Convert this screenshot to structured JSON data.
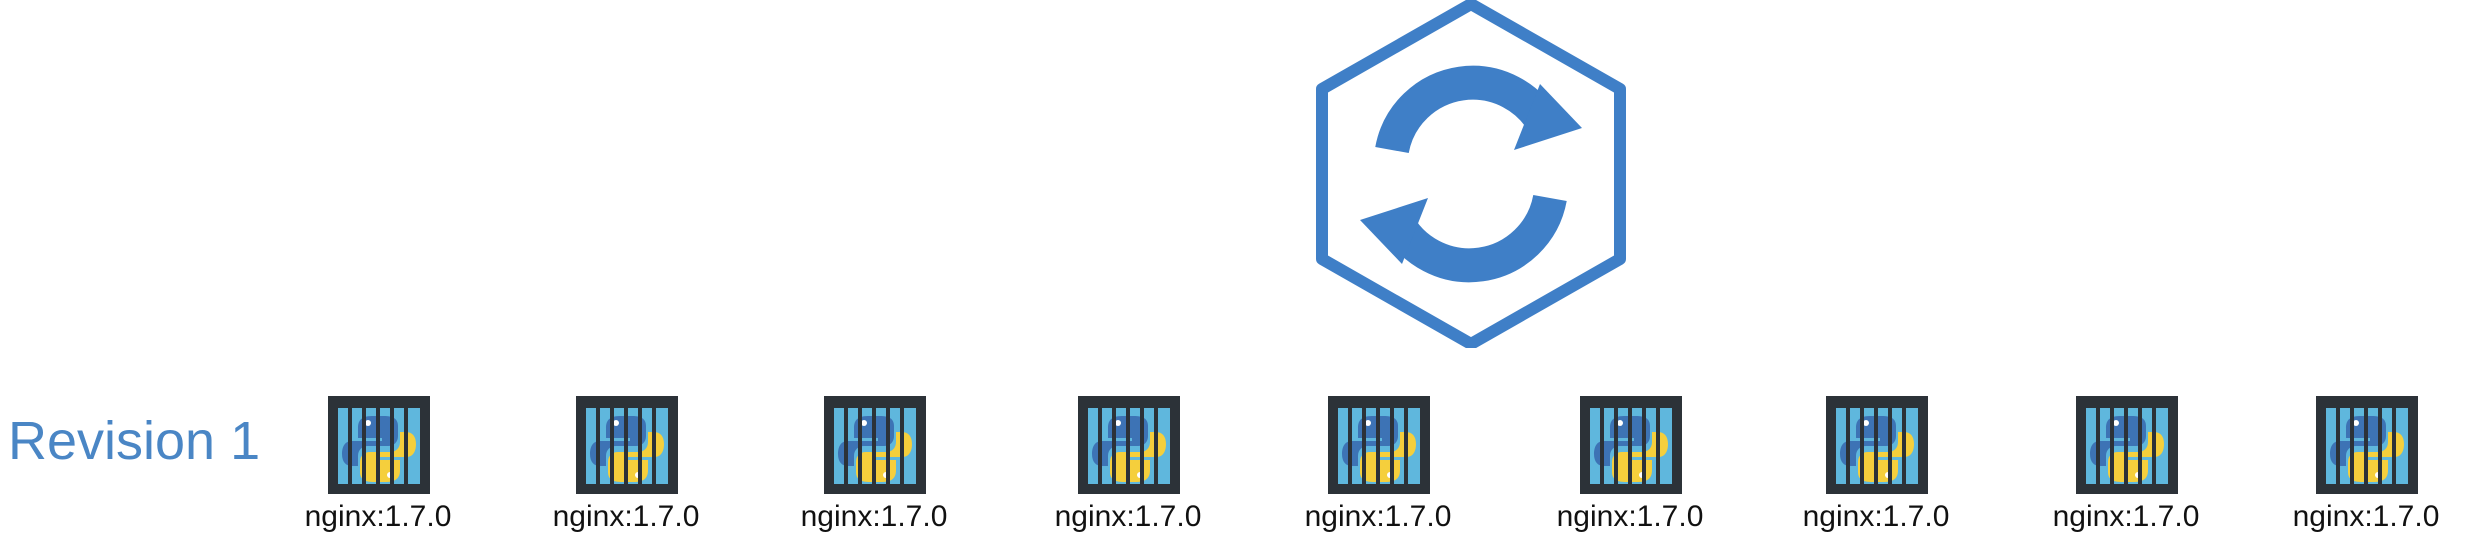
{
  "deployment": {
    "icon": "rolling-update-icon",
    "accent_color": "#3f7fc7"
  },
  "revision": {
    "label": "Revision 1",
    "color": "#4a86c5"
  },
  "pods": [
    {
      "label": "nginx:1.7.0",
      "icon": "python-container-icon"
    },
    {
      "label": "nginx:1.7.0",
      "icon": "python-container-icon"
    },
    {
      "label": "nginx:1.7.0",
      "icon": "python-container-icon"
    },
    {
      "label": "nginx:1.7.0",
      "icon": "python-container-icon"
    },
    {
      "label": "nginx:1.7.0",
      "icon": "python-container-icon"
    },
    {
      "label": "nginx:1.7.0",
      "icon": "python-container-icon"
    },
    {
      "label": "nginx:1.7.0",
      "icon": "python-container-icon"
    },
    {
      "label": "nginx:1.7.0",
      "icon": "python-container-icon"
    },
    {
      "label": "nginx:1.7.0",
      "icon": "python-container-icon"
    }
  ]
}
